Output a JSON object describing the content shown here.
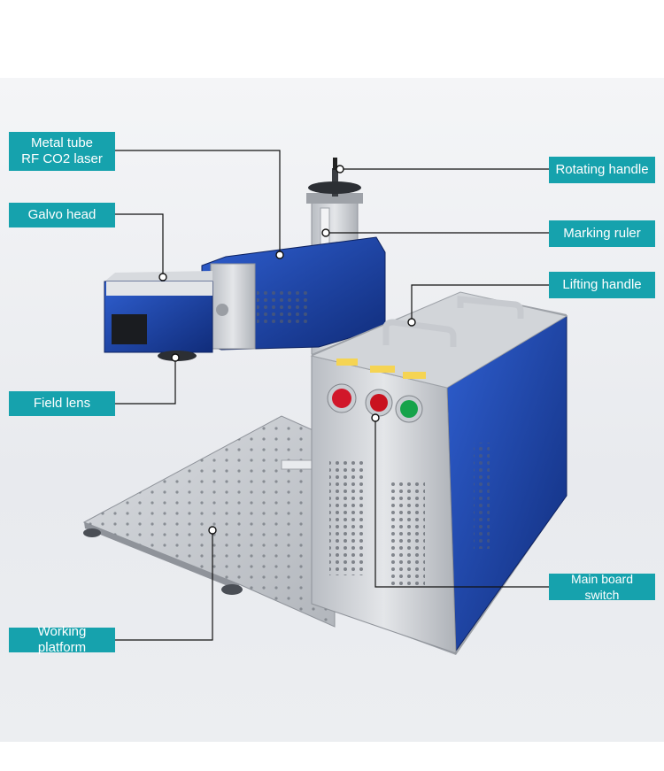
{
  "labels": {
    "metal_tube_line1": "Metal tube",
    "metal_tube_line2": "RF CO2 laser",
    "galvo_head": "Galvo head",
    "field_lens": "Field lens",
    "working_platform": "Working platform",
    "rotating_handle": "Rotating handle",
    "marking_ruler": "Marking ruler",
    "lifting_handle": "Lifting handle",
    "main_board_switch": "Main board switch"
  },
  "colors": {
    "label_bg": "#16a2ad",
    "label_text": "#ffffff",
    "panel_blue": "#1f3f9c",
    "silver": "#c9ccd1"
  }
}
